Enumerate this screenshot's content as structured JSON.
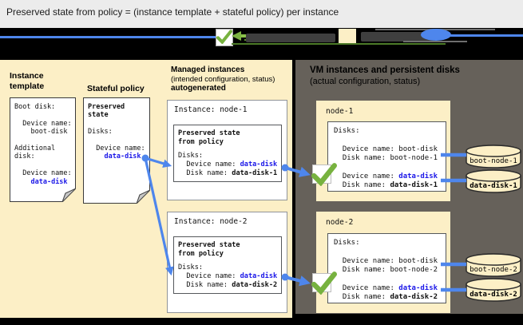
{
  "title": "Preserved state from policy = (instance template + stateful policy) per instance",
  "colors": {
    "arrow_blue": "#4e86ec",
    "highlight_blue": "#1c18e8",
    "check_green": "#77b23f",
    "panel_yellow": "#fcefc6",
    "panel_gray": "#66615a"
  },
  "legend": {
    "icons": [
      "blue-attachment-line",
      "check-box",
      "green-arrow",
      "instance-swatch",
      "disk-ellipse"
    ]
  },
  "instance_template": {
    "heading": "Instance template",
    "doc": {
      "l1": "Boot disk:",
      "l2": " ",
      "l3": "  Device name:",
      "l4": "    boot-disk",
      "l5": " ",
      "l6": "Additional",
      "l7": "disk:",
      "l8": " ",
      "l9": "  Device name:",
      "l10_indent": "    ",
      "l10_value": "data-disk"
    }
  },
  "stateful_policy": {
    "heading": "Stateful policy",
    "doc": {
      "l1": "Preserved",
      "l2": "state",
      "l3": " ",
      "l4": "Disks:",
      "l5": " ",
      "l6": "  Device name:",
      "l7_indent": "    ",
      "l7_value": "data-disk"
    }
  },
  "managed": {
    "heading1": "Managed instances",
    "heading2": "(intended configuration, status)",
    "heading3": "autogenerated",
    "instances": [
      {
        "label": "Instance: node-1",
        "inner_title1": "Preserved state",
        "inner_title2": "from policy",
        "disks": "Disks:",
        "device_label": "  Device name: ",
        "device_value": "data-disk",
        "disk_label": "  Disk name: ",
        "disk_value": "data-disk-1"
      },
      {
        "label": "Instance: node-2",
        "inner_title1": "Preserved state",
        "inner_title2": "from policy",
        "disks": "Disks:",
        "device_label": "  Device name: ",
        "device_value": "data-disk",
        "disk_label": "  Disk name: ",
        "disk_value": "data-disk-2"
      }
    ]
  },
  "right": {
    "heading1": "VM instances and persistent disks",
    "heading2": "(actual configuration, status)",
    "nodes": [
      {
        "label": "node-1",
        "disks": "Disks:",
        "boot_device_line": "  Device name: boot-disk",
        "boot_disk_line": "  Disk name: boot-node-1",
        "data_device_label": "  Device name: ",
        "data_device_value": "data-disk",
        "data_disk_label": "  Disk name: ",
        "data_disk_value": "data-disk-1"
      },
      {
        "label": "node-2",
        "disks": "Disks:",
        "boot_device_line": "  Device name: boot-disk",
        "boot_disk_line": "  Disk name: boot-node-2",
        "data_device_label": "  Device name: ",
        "data_device_value": "data-disk",
        "data_disk_label": "  Disk name: ",
        "data_disk_value": "data-disk-2"
      }
    ],
    "disks": [
      {
        "label": "boot-node-1",
        "bold": false
      },
      {
        "label": "data-disk-1",
        "bold": true
      },
      {
        "label": "boot-node-2",
        "bold": false
      },
      {
        "label": "data-disk-2",
        "bold": true
      }
    ]
  }
}
